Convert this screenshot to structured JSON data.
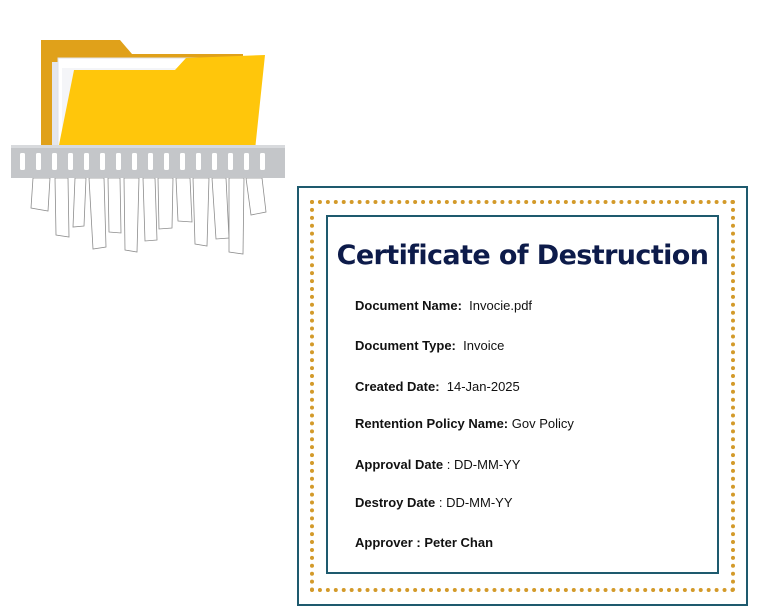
{
  "illustration": {
    "icon": "folder-shredder-icon",
    "colors": {
      "folder_front": "#ffc60b",
      "folder_back": "#e0a11a",
      "shredder": "#c4c6c9",
      "paper_strips": "#ffffff"
    }
  },
  "certificate": {
    "title": "Certificate of Destruction",
    "colors": {
      "title": "#0d1b4a",
      "frame": "#1e5a6e",
      "dots": "#d39a2a"
    },
    "fields": {
      "document_name": {
        "label": "Document Name:",
        "value": "Invocie.pdf"
      },
      "document_type": {
        "label": "Document Type:",
        "value": "Invoice"
      },
      "created_date": {
        "label": "Created Date:",
        "value": "14-Jan-2025"
      },
      "retention_policy": {
        "label": "Rentention Policy Name:",
        "value": "Gov Policy"
      },
      "approval_date": {
        "label": "Approval Date",
        "sep": ":",
        "value": "DD-MM-YY"
      },
      "destroy_date": {
        "label": "Destroy Date",
        "sep": ":",
        "value": "DD-MM-YY"
      },
      "approver": {
        "label": "Approver",
        "sep": ":",
        "value": "Peter Chan"
      }
    }
  }
}
